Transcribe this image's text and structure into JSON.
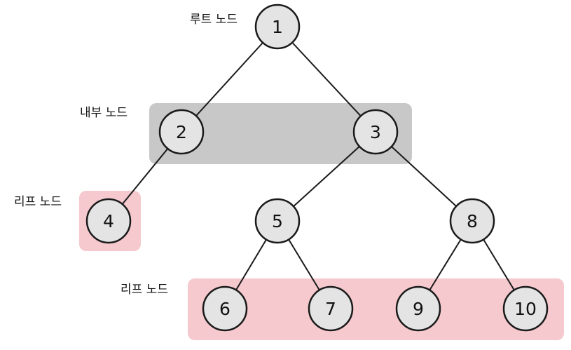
{
  "colors": {
    "node_fill": "#e4e4e4",
    "node_stroke": "#1a1a1a",
    "edge_stroke": "#1a1a1a",
    "internal_highlight": "#c8c8c8",
    "leaf_highlight": "#f5c9cd"
  },
  "annotations": {
    "root": "루트 노드",
    "internal": "내부 노드",
    "leaf_left": "리프 노드",
    "leaf_bottom": "리프 노드"
  },
  "nodes": [
    {
      "id": "n1",
      "label": "1"
    },
    {
      "id": "n2",
      "label": "2"
    },
    {
      "id": "n3",
      "label": "3"
    },
    {
      "id": "n4",
      "label": "4"
    },
    {
      "id": "n5",
      "label": "5"
    },
    {
      "id": "n8",
      "label": "8"
    },
    {
      "id": "n6",
      "label": "6"
    },
    {
      "id": "n7",
      "label": "7"
    },
    {
      "id": "n9",
      "label": "9"
    },
    {
      "id": "n10",
      "label": "10"
    }
  ],
  "edges": [
    [
      "n1",
      "n2"
    ],
    [
      "n1",
      "n3"
    ],
    [
      "n2",
      "n4"
    ],
    [
      "n3",
      "n5"
    ],
    [
      "n3",
      "n8"
    ],
    [
      "n5",
      "n6"
    ],
    [
      "n5",
      "n7"
    ],
    [
      "n8",
      "n9"
    ],
    [
      "n8",
      "n10"
    ]
  ]
}
